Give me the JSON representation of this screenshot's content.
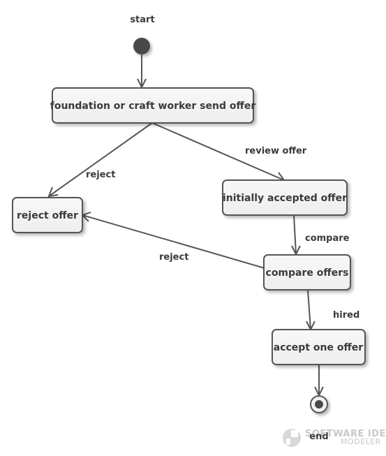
{
  "diagram": {
    "start_label": "start",
    "end_label": "end",
    "nodes": {
      "send_offer": "foundation or craft worker send offer",
      "reject_offer": "reject offer",
      "initially_accepted": "initially accepted offer",
      "compare_offers": "compare offers",
      "accept_one": "accept one offer"
    },
    "edges": {
      "reject_1": "reject",
      "review_offer": "review offer",
      "compare": "compare",
      "reject_2": "reject",
      "hired": "hired"
    }
  },
  "watermark": {
    "line1": "SOFTWARE IDEAS",
    "line2": "MODELER"
  }
}
